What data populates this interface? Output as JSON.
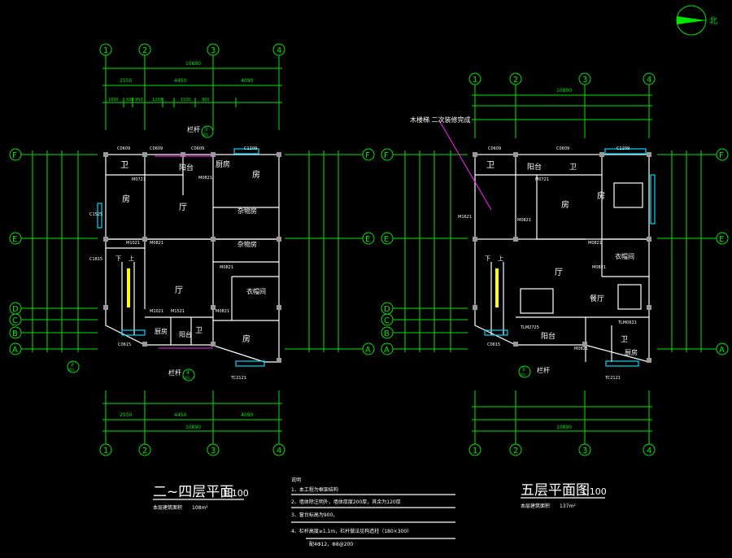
{
  "left_plan": {
    "title": "二~四层平面",
    "scale": "1:100",
    "area_label": "本层建筑面积",
    "area_value": "108m²",
    "grid_cols": [
      "1",
      "2",
      "3",
      "4"
    ],
    "grid_rows": [
      "F",
      "E",
      "D",
      "C",
      "B",
      "A"
    ],
    "dim_total": "10890",
    "dim_top": [
      "2550",
      "4450",
      "4090"
    ],
    "dim_top_sub": [
      "1800",
      "600",
      "950",
      "1200",
      "1500",
      "900"
    ],
    "rooms": [
      "卫",
      "阳台",
      "厨房",
      "房",
      "房",
      "厅",
      "杂物房",
      "杂物房",
      "厅",
      "衣帽间",
      "卫",
      "厨房",
      "房",
      "阳台"
    ],
    "tags": [
      "C0609",
      "C0609",
      "C0609",
      "C1209",
      "M0721",
      "M0821",
      "M0821",
      "M1021",
      "C1525",
      "M0821",
      "M1521",
      "M0821",
      "M1021",
      "C1815",
      "TC2121",
      "C0615"
    ],
    "callouts": [
      "栏杆",
      "5",
      "J01",
      "2",
      "J01",
      "栏杆",
      "4",
      "J01"
    ],
    "stair_labels": [
      "下",
      "上"
    ]
  },
  "right_plan": {
    "title": "五层平面图",
    "scale": "1:100",
    "area_label": "本层建筑面积",
    "area_value": "137m²",
    "dim_total": "10890",
    "note_top": "木楼梯 二次装修完成",
    "rooms": [
      "卫",
      "阳台",
      "卫",
      "房",
      "房",
      "厅",
      "衣帽间",
      "餐厅",
      "阳台",
      "卫",
      "厨房"
    ],
    "tags": [
      "C0609",
      "C0609",
      "C1209",
      "M0721",
      "M0821",
      "M0821",
      "M1621",
      "M0821",
      "TLM2725",
      "M0821",
      "C0615",
      "TLM0621",
      "TC2121"
    ],
    "callouts": [
      "5",
      "J01",
      "栏杆"
    ],
    "stair_labels": [
      "下",
      "上"
    ]
  },
  "notes": {
    "heading": "说明",
    "lines": [
      "1、本工程为框架结构",
      "2、墙体除注明外，墙体厚度200厚，其余为120厚",
      "3、窗台标高为900，",
      "4、栏杆高度≥1.1m，栏杆做法见构造柱（180×300）",
      "配4Φ12，Φ8@200"
    ]
  },
  "north_label": "北"
}
